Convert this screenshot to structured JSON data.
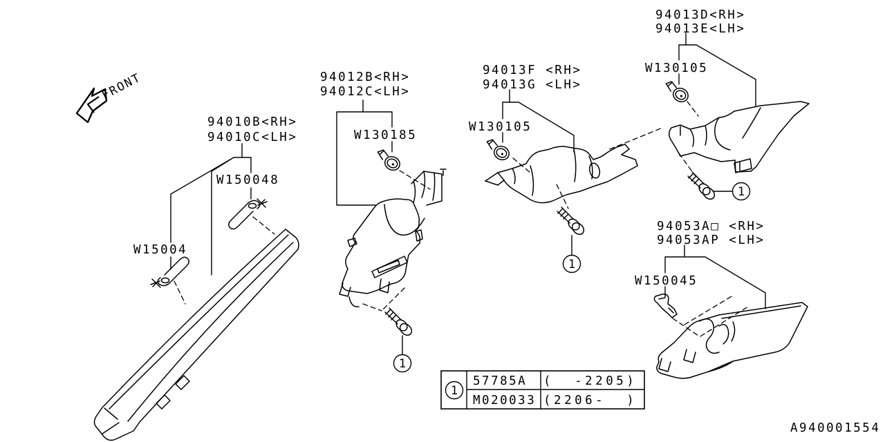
{
  "front_arrow": {
    "label": "FRONT"
  },
  "part_labels": {
    "a_pillar": {
      "line1": "94010B<RH>",
      "line2": "94010C<LH>"
    },
    "b_pillar_lower": {
      "line1": "94012B<RH>",
      "line2": "94012C<LH>"
    },
    "roof_rail": {
      "line1": "94013F <RH>",
      "line2": "94013G <LH>"
    },
    "c_pillar": {
      "line1": "94013D<RH>",
      "line2": "94013E<LH>"
    },
    "quarter_pocket": {
      "line1": "94053A□ <RH>",
      "line2": "94053AP <LH>"
    }
  },
  "fastener_labels": {
    "w15004": "W15004",
    "w150048": "W150048",
    "w130185": "W130185",
    "w130105_left": "W130105",
    "w130105_right": "W130105",
    "w150045": "W150045"
  },
  "callout": {
    "number": "1"
  },
  "ref_table": {
    "callout": "1",
    "rows": [
      {
        "part_no": "57785A",
        "applicability": "(  -2205)"
      },
      {
        "part_no": "M020033",
        "applicability": "(2206-  )"
      }
    ]
  },
  "footer": {
    "diagram_code": "A940001554"
  }
}
